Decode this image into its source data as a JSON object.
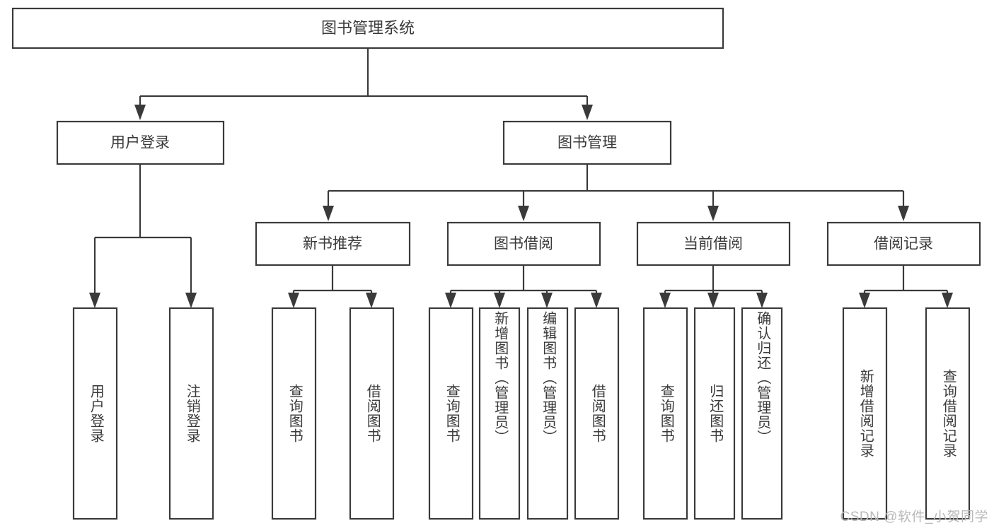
{
  "diagram": {
    "type": "tree",
    "title": "图书管理系统",
    "watermark": "CSDN @软件_小贺同学",
    "colors": {
      "stroke": "#3a3a3a",
      "text": "#3a3a3a",
      "background": "#ffffff",
      "watermark": "#b9b9b9"
    },
    "levels": {
      "root": "图书管理系统",
      "level2": [
        "用户登录",
        "图书管理"
      ],
      "level3": [
        "新书推荐",
        "图书借阅",
        "当前借阅",
        "借阅记录"
      ]
    },
    "nodes": {
      "root": {
        "label": "图书管理系统"
      },
      "user_login": {
        "label": "用户登录"
      },
      "book_manage": {
        "label": "图书管理"
      },
      "new_book_rec": {
        "label": "新书推荐"
      },
      "book_borrow": {
        "label": "图书借阅"
      },
      "current_borrow": {
        "label": "当前借阅"
      },
      "borrow_record": {
        "label": "借阅记录"
      }
    },
    "leaves": {
      "user_login": [
        "用户登录",
        "注销登录"
      ],
      "new_book_rec": [
        "查询图书",
        "借阅图书"
      ],
      "book_borrow": [
        "查询图书",
        "新增图书（管理员）",
        "编辑图书（管理员）",
        "借阅图书"
      ],
      "current_borrow": [
        "查询图书",
        "归还图书",
        "确认归还（管理员）"
      ],
      "borrow_record": [
        "新增借阅记录",
        "查询借阅记录"
      ]
    },
    "edges": [
      {
        "from": "图书管理系统",
        "to": "用户登录"
      },
      {
        "from": "图书管理系统",
        "to": "图书管理"
      },
      {
        "from": "图书管理",
        "to": "新书推荐"
      },
      {
        "from": "图书管理",
        "to": "图书借阅"
      },
      {
        "from": "图书管理",
        "to": "当前借阅"
      },
      {
        "from": "图书管理",
        "to": "借阅记录"
      },
      {
        "from": "用户登录",
        "to": "用户登录"
      },
      {
        "from": "用户登录",
        "to": "注销登录"
      },
      {
        "from": "新书推荐",
        "to": "查询图书"
      },
      {
        "from": "新书推荐",
        "to": "借阅图书"
      },
      {
        "from": "图书借阅",
        "to": "查询图书"
      },
      {
        "from": "图书借阅",
        "to": "新增图书（管理员）"
      },
      {
        "from": "图书借阅",
        "to": "编辑图书（管理员）"
      },
      {
        "from": "图书借阅",
        "to": "借阅图书"
      },
      {
        "from": "当前借阅",
        "to": "查询图书"
      },
      {
        "from": "当前借阅",
        "to": "归还图书"
      },
      {
        "from": "当前借阅",
        "to": "确认归还（管理员）"
      },
      {
        "from": "借阅记录",
        "to": "新增借阅记录"
      },
      {
        "from": "借阅记录",
        "to": "查询借阅记录"
      }
    ]
  }
}
